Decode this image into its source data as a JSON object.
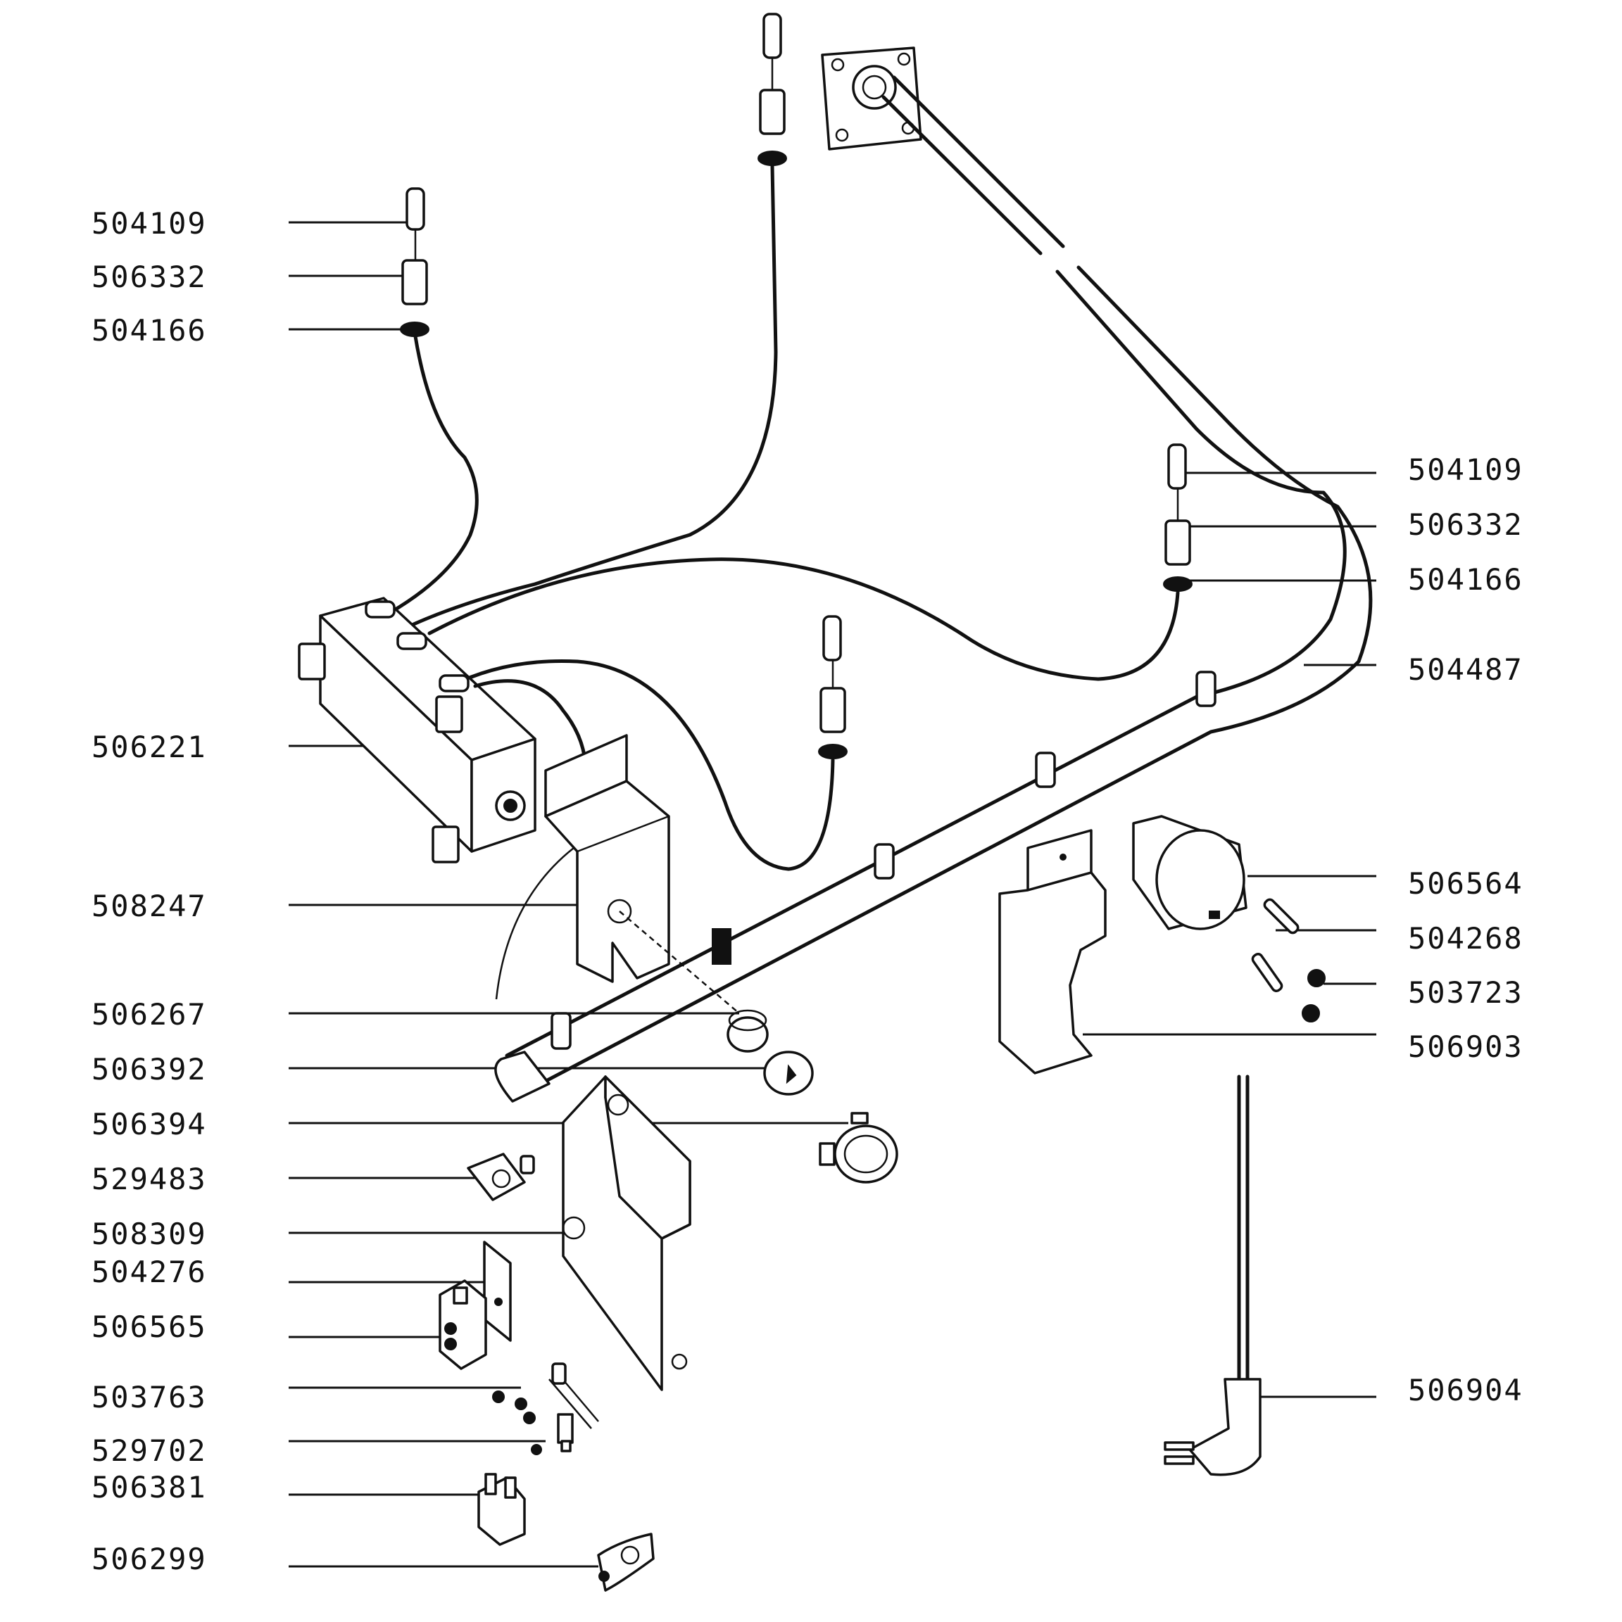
{
  "labels_left": [
    "504109",
    "506332",
    "504166",
    "506221",
    "508247",
    "506267",
    "506392",
    "506394",
    "529483",
    "508309",
    "504276",
    "506565",
    "503763",
    "529702",
    "506381",
    "506299"
  ],
  "labels_right": [
    "504109",
    "506332",
    "504166",
    "504487",
    "506564",
    "504268",
    "503723",
    "506903",
    "506904"
  ]
}
